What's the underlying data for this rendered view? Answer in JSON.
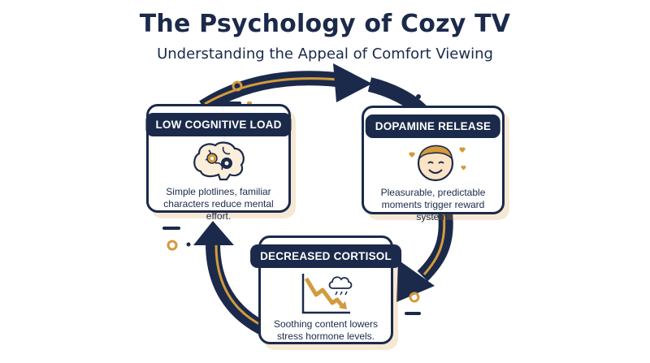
{
  "title": "The Psychology of Cozy TV",
  "subtitle": "Understanding the Appeal of Comfort Viewing",
  "colors": {
    "navy": "#1b2a4a",
    "gold": "#d49a3d",
    "white": "#ffffff"
  },
  "cards": [
    {
      "label": "LOW COGNITIVE LOAD",
      "line1": "Simple plotlines, familiar",
      "line2": "characters reduce mental effort.",
      "icon": "brain-gears-icon"
    },
    {
      "label": "DOPAMINE RELEASE",
      "line1": "Pleasurable, predictable",
      "line2": "moments trigger reward system.",
      "icon": "smiling-face-icon"
    },
    {
      "label": "DECREASED CORTISOL",
      "line1": "Soothing content lowers",
      "line2": "stress hormone levels.",
      "icon": "declining-graph-cloud-icon"
    }
  ]
}
